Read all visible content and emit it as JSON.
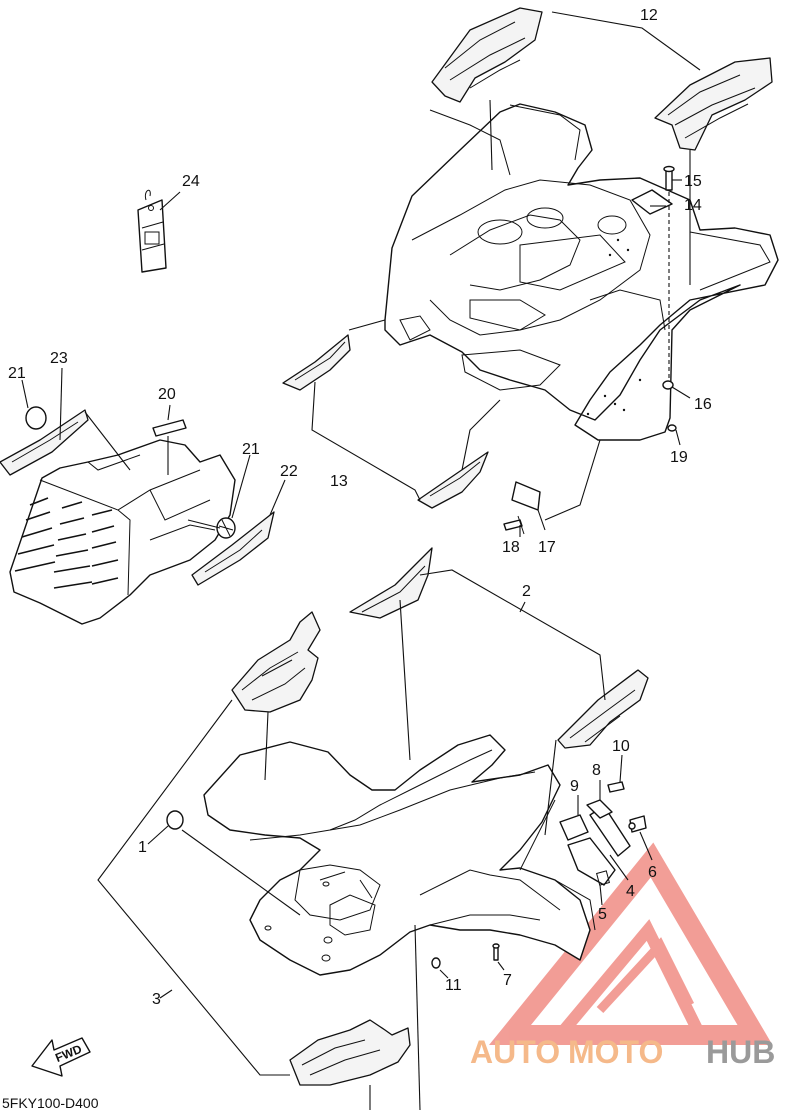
{
  "diagram": {
    "callouts": {
      "c1": "1",
      "c2": "2",
      "c3": "3",
      "c4": "4",
      "c5": "5",
      "c6": "6",
      "c7": "7",
      "c8": "8",
      "c9": "9",
      "c10": "10",
      "c11": "11",
      "c12": "12",
      "c13": "13",
      "c14": "14",
      "c15": "15",
      "c16": "16",
      "c17": "17",
      "c18": "18",
      "c19": "19",
      "c20": "20",
      "c21a": "21",
      "c21b": "21",
      "c22": "22",
      "c23": "23",
      "c24": "24"
    },
    "fwd_label": "FWD",
    "drawing_code": "5FKY100-D400"
  },
  "watermark": {
    "part1": "AUTO",
    "part2": "MOTO",
    "part3": "HUB",
    "color_primary": "#f08a80",
    "color_secondary": "#9a9a9a"
  }
}
